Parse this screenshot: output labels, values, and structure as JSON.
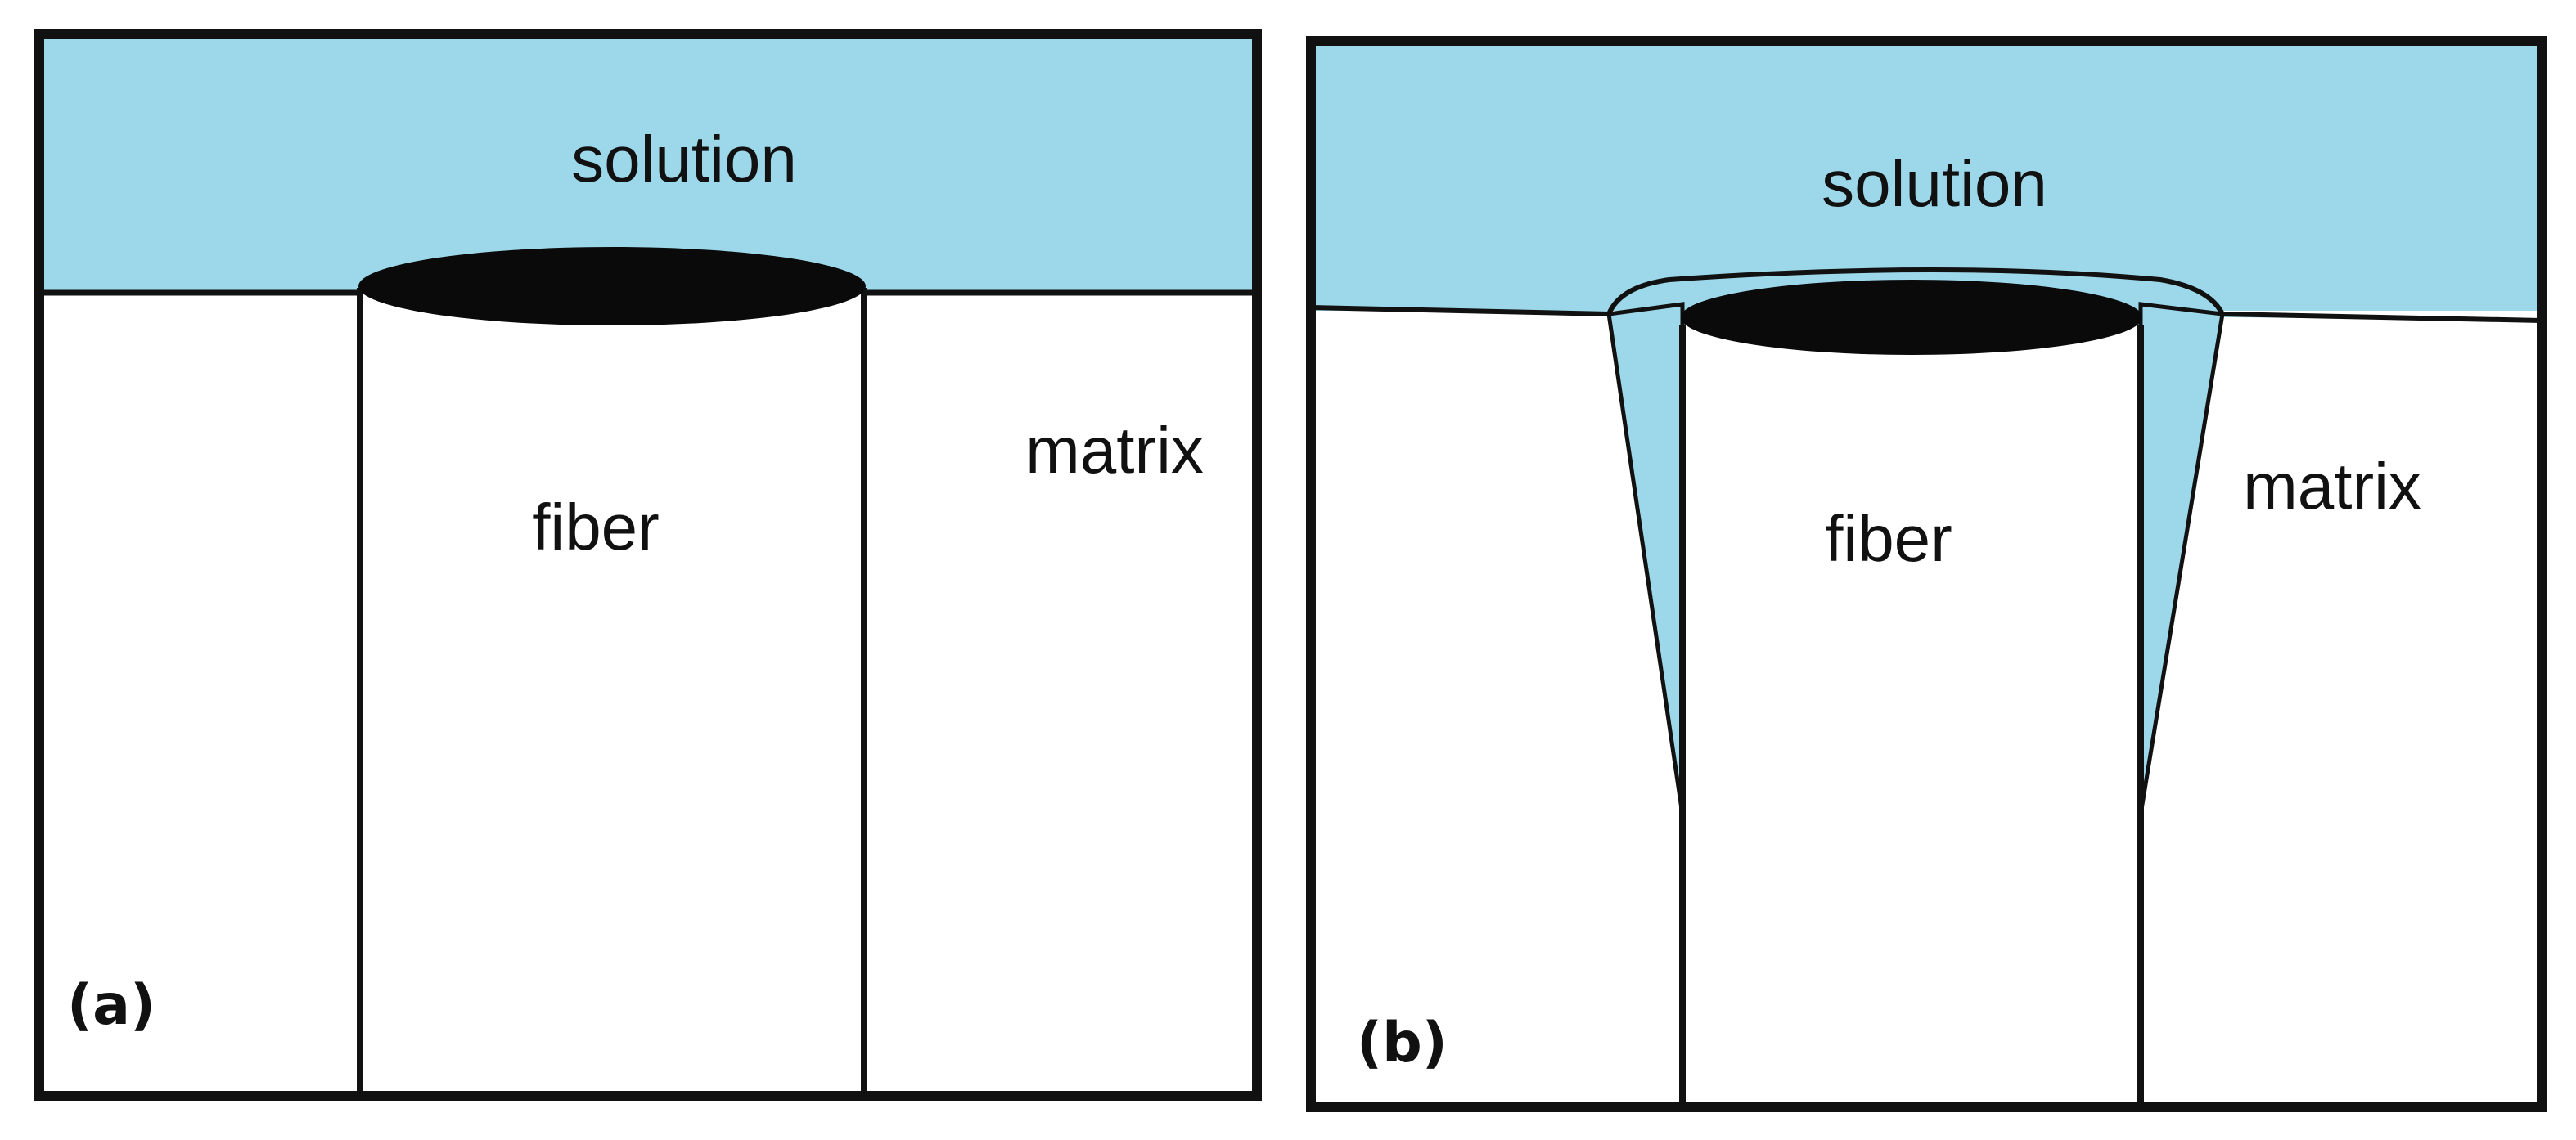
{
  "panels": {
    "a": {
      "tag": "(a)",
      "solution_label": "solution",
      "fiber_label": "fiber",
      "matrix_label": "matrix"
    },
    "b": {
      "tag": "(b)",
      "solution_label": "solution",
      "fiber_label": "fiber",
      "matrix_label": "matrix"
    }
  },
  "colors": {
    "solution": "#9dd8ea",
    "outline": "#111111",
    "fiber_end": "#0a0a0a",
    "background": "#ffffff"
  }
}
